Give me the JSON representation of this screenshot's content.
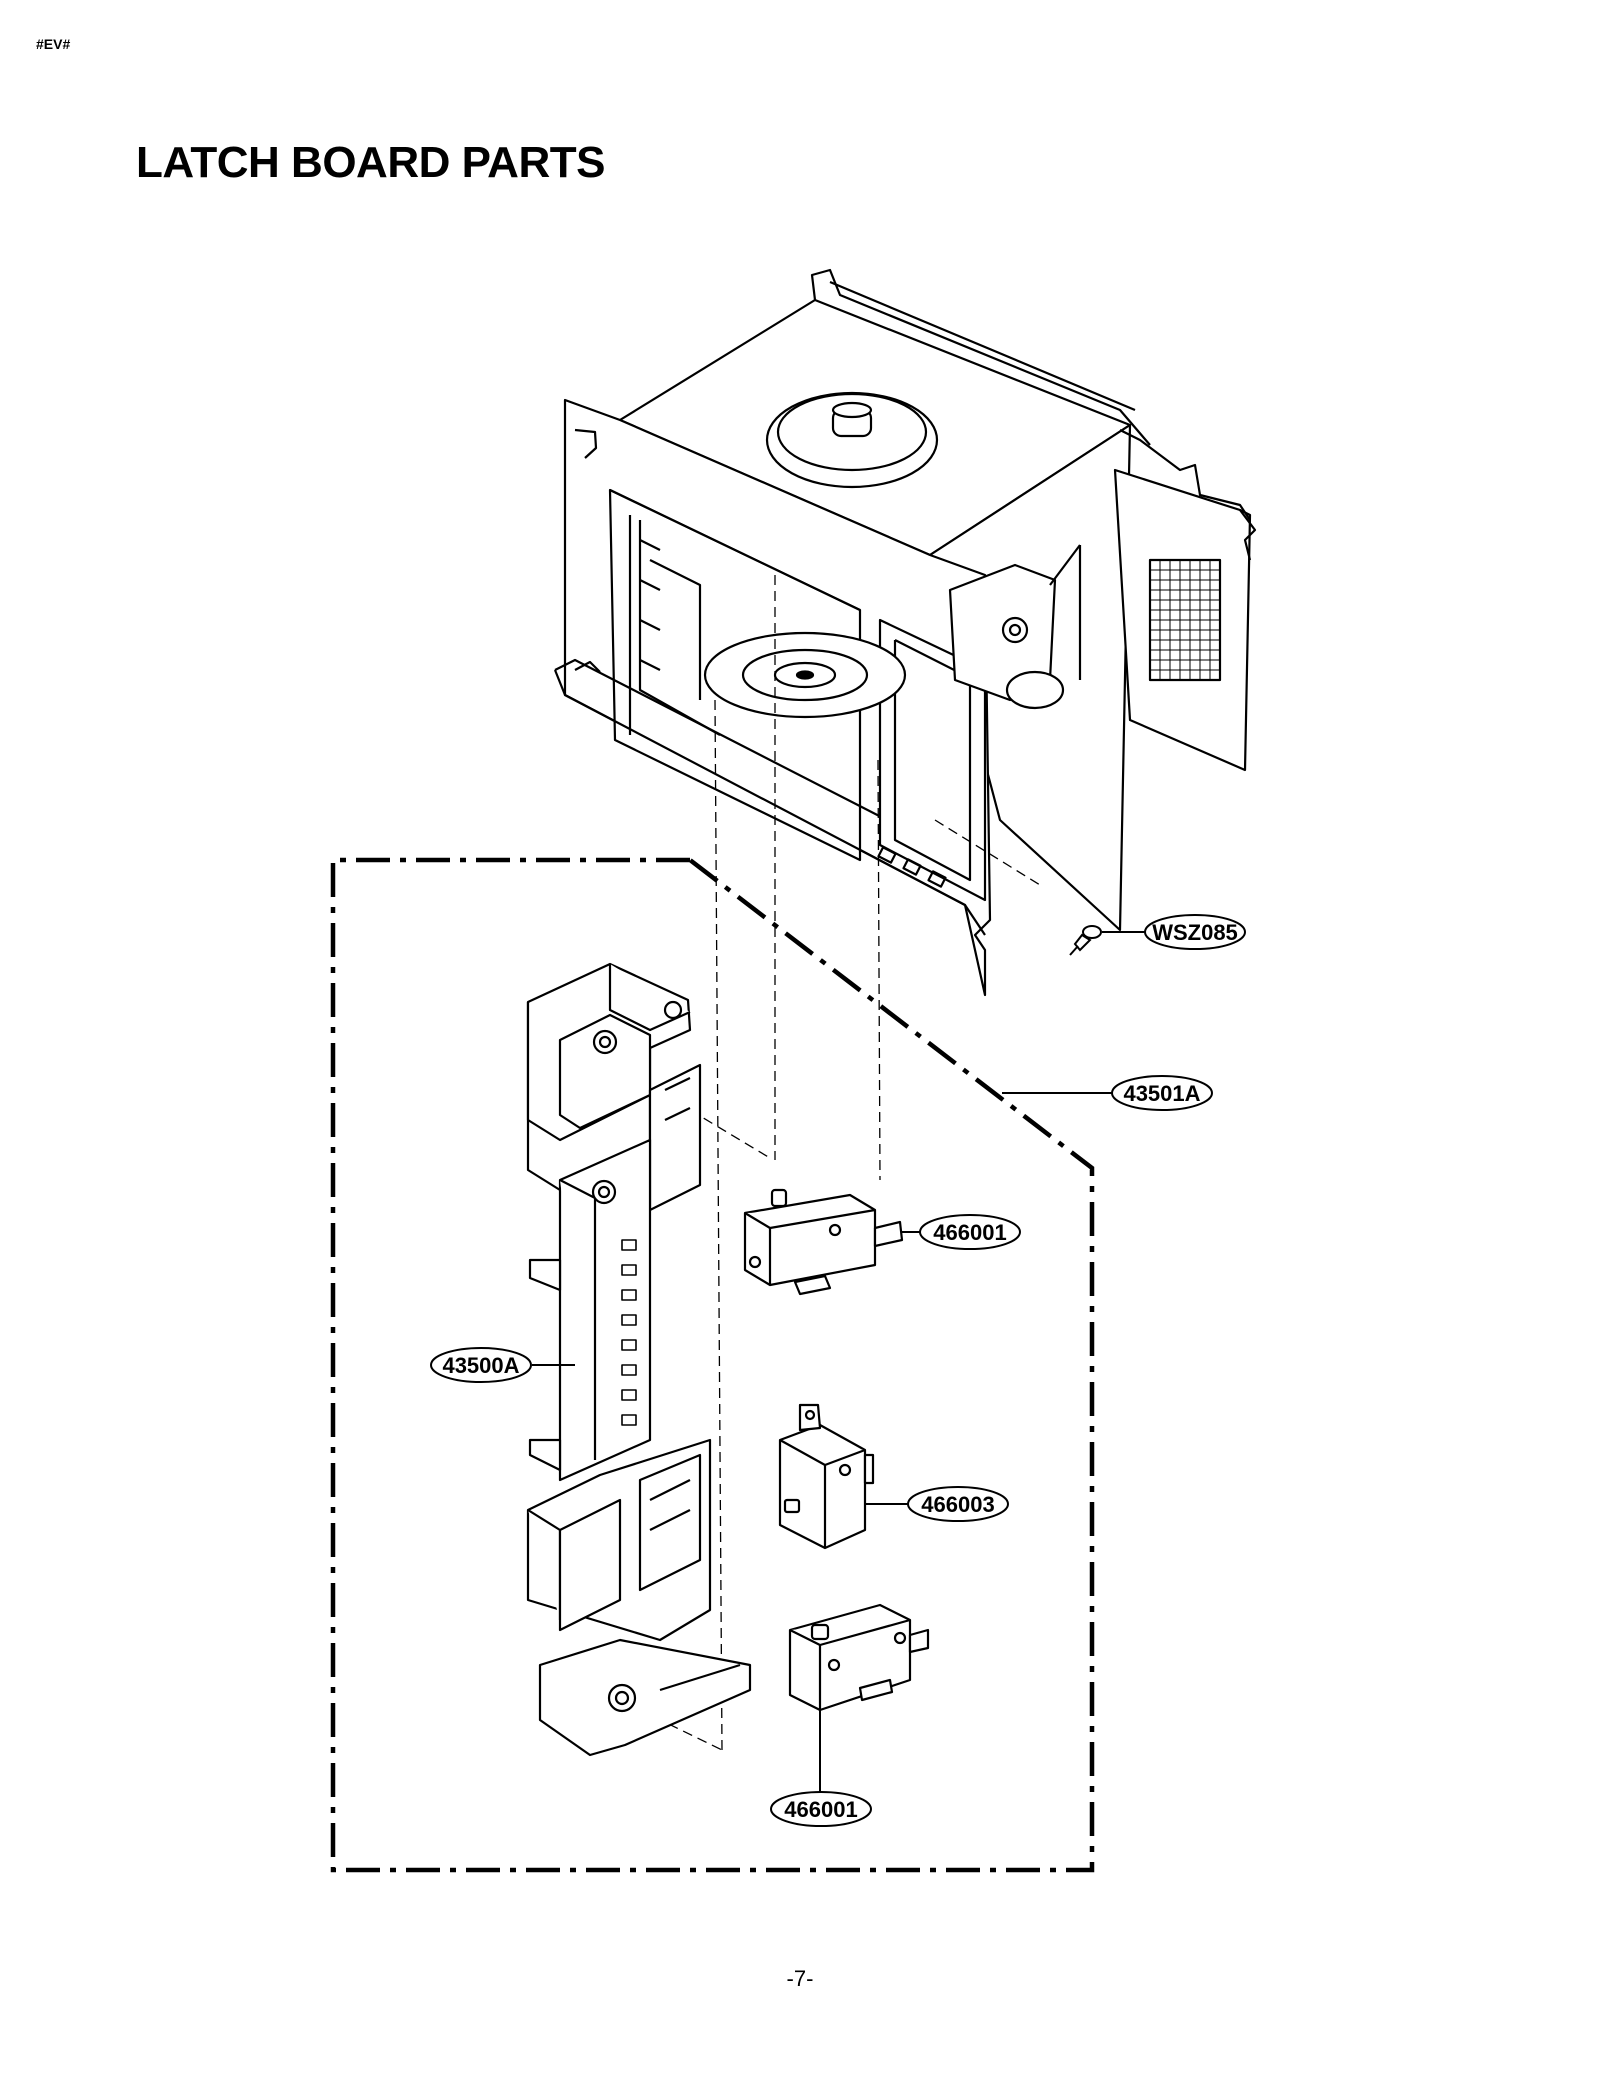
{
  "document": {
    "code": "#EV#",
    "title": "LATCH BOARD PARTS",
    "page_number": "-7-"
  },
  "callouts": {
    "screw": "WSZ085",
    "latch_board_assembly": "43501A",
    "latch_board": "43500A",
    "switch_upper": "466001",
    "switch_middle": "466003",
    "switch_lower": "466001"
  }
}
